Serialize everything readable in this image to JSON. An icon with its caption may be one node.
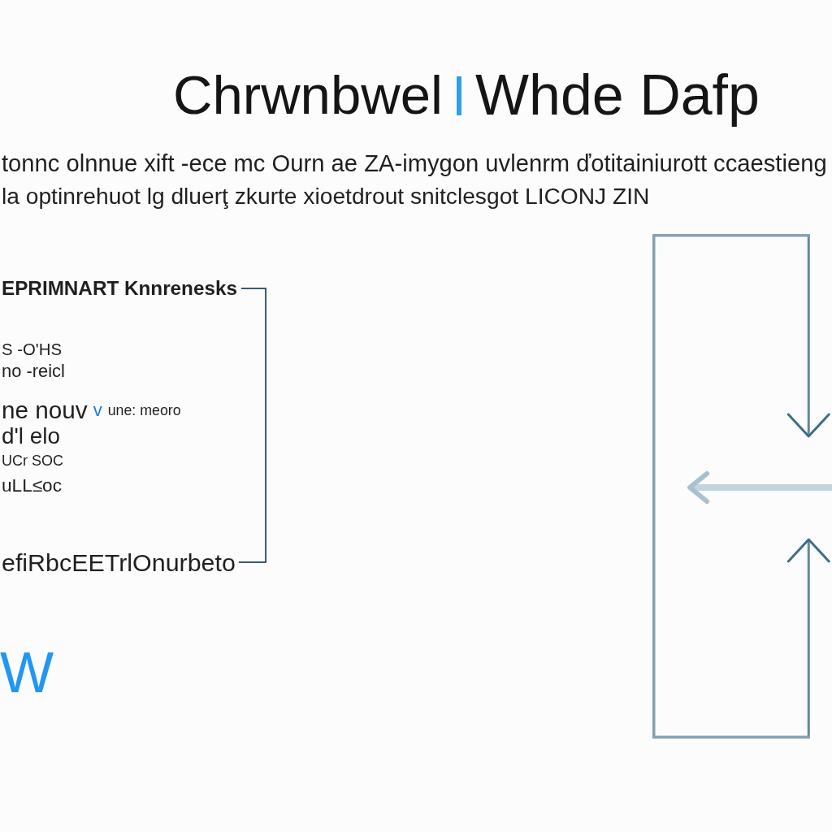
{
  "diagram": {
    "title": "Chrwnbwel",
    "nodes": [
      {
        "text": [
          "EPRIMNART Knnrenesks"
        ]
      },
      {
        "text": [
          "efiRbcEETrlOnurbeto"
        ]
      },
      {
        "text": [],
        "shape": "box"
      }
    ],
    "edges": [
      {
        "from": 0,
        "to": 1,
        "arrow": "none",
        "color": "#3b5a72"
      },
      {
        "from": null,
        "to": 2,
        "arrow": "to"
      },
      {
        "from": null,
        "to": 2,
        "arrow": "to"
      },
      {
        "from": null,
        "to": 2,
        "arrow": "to",
        "style": "thick",
        "color": "#c3d4df"
      }
    ],
    "labels": [
      "Whde Dafp",
      "tonnc olnnue xift -ece mc Ourn ae ZA-imygon uvlenrm ďotitainiurott ccaestieng",
      "la optinrehuot lg dluerţ zkurte xioetdrout snitclesgot LICONJ ZIN",
      "S -O'HS",
      "no -reicl",
      "ne nouv",
      "v",
      "une: meoro",
      "d'l elo",
      "UCr SOC",
      "uLL≤oc",
      "W"
    ]
  }
}
